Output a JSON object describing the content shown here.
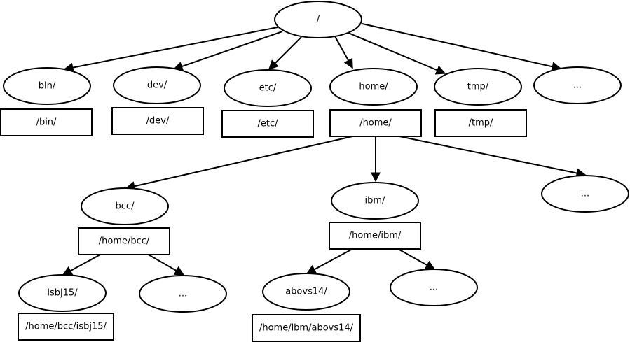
{
  "colors": {
    "stroke": "#000000",
    "fill": "#ffffff",
    "text": "#000000"
  },
  "nodes": {
    "root": "/",
    "bin": "bin/",
    "bin_path": "/bin/",
    "dev": "dev/",
    "dev_path": "/dev/",
    "etc": "etc/",
    "etc_path": "/etc/",
    "home": "home/",
    "home_path": "/home/",
    "tmp": "tmp/",
    "tmp_path": "/tmp/",
    "root_more": "...",
    "bcc": "bcc/",
    "bcc_path": "/home/bcc/",
    "ibm": "ibm/",
    "ibm_path": "/home/ibm/",
    "home_more": "...",
    "isbj15": "isbj15/",
    "isbj15_path": "/home/bcc/isbj15/",
    "bcc_more": "...",
    "abovs14": "abovs14/",
    "abovs14_path": "/home/ibm/abovs14/",
    "ibm_more": "..."
  }
}
